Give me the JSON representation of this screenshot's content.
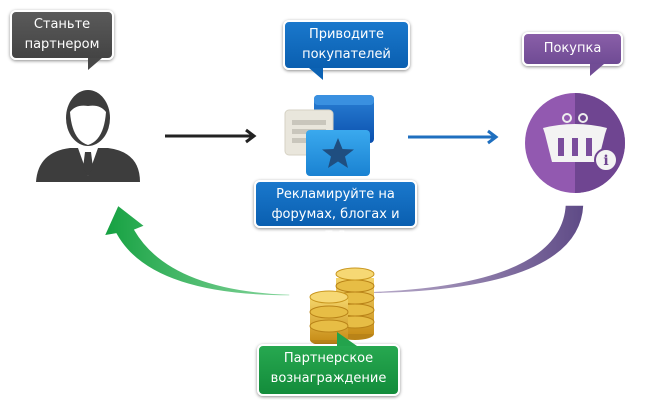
{
  "steps": {
    "become_partner": "Станьте партнером",
    "bring_customers": "Приводите покупателей",
    "advertise": "Рекламируйте на форумах, блогах и т.д",
    "purchase": "Покупка",
    "reward": "Партнерское вознаграждение"
  },
  "colors": {
    "gray": "#4a4a4a",
    "blue": "#0f66b8",
    "purple": "#7b529c",
    "green": "#1c9a45",
    "gold": "#e0b030"
  }
}
